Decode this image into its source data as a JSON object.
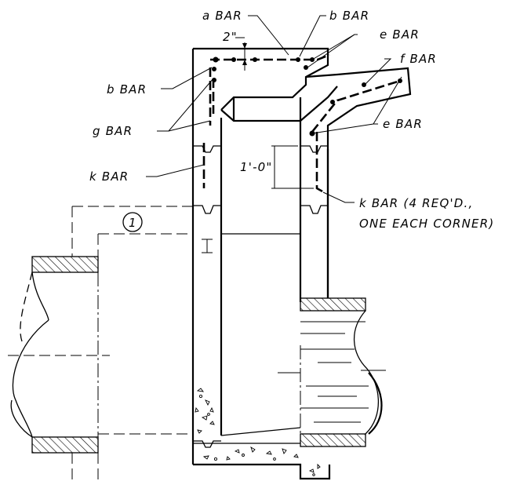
{
  "labels": {
    "a_bar": "a BAR",
    "b_bar_top": "b BAR",
    "e_bar_top": "e BAR",
    "f_bar": "f BAR",
    "b_bar_left": "b BAR",
    "g_bar": "g BAR",
    "e_bar_right": "e BAR",
    "k_bar_left": "k BAR",
    "dim_2in": "2\"",
    "dim_1ft": "1'-0\"",
    "k_bar_note_line1": "k BAR (4 REQ'D.,",
    "k_bar_note_line2": "ONE EACH CORNER)",
    "callout_1": "1",
    "section_mark": "I"
  }
}
